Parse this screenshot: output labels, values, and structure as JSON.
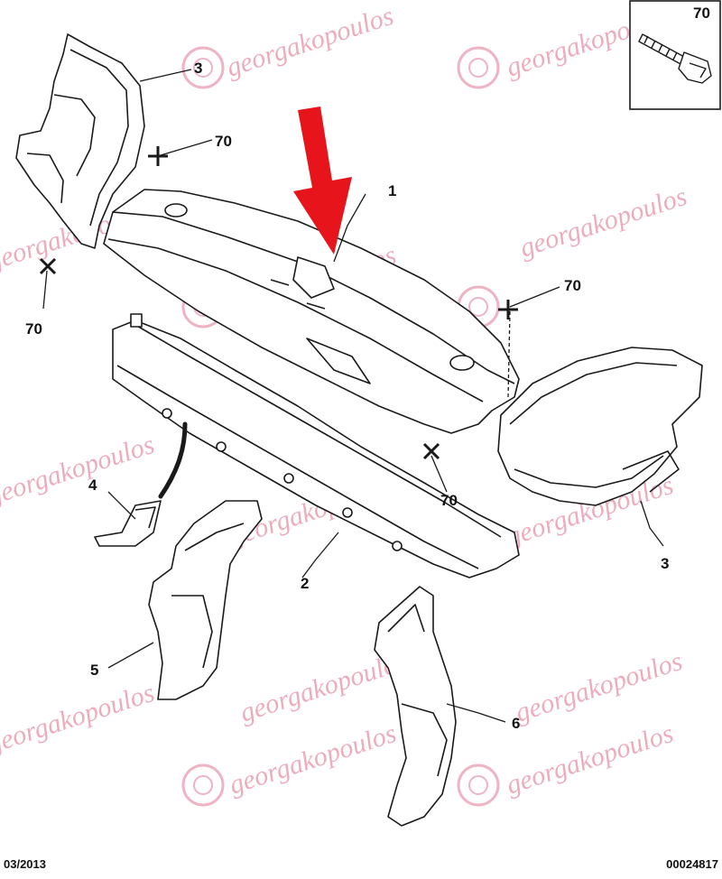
{
  "diagram": {
    "callouts": [
      {
        "id": "part-1",
        "label": "1"
      },
      {
        "id": "part-2",
        "label": "2"
      },
      {
        "id": "part-3-left",
        "label": "3"
      },
      {
        "id": "part-3-right",
        "label": "3"
      },
      {
        "id": "part-4",
        "label": "4"
      },
      {
        "id": "part-5",
        "label": "5"
      },
      {
        "id": "part-6",
        "label": "6"
      },
      {
        "id": "screw-70-a",
        "label": "70"
      },
      {
        "id": "screw-70-b",
        "label": "70"
      },
      {
        "id": "screw-70-c",
        "label": "70"
      },
      {
        "id": "screw-70-d",
        "label": "70"
      }
    ],
    "inset_label": "70",
    "watermark_text": "georgakopoulos",
    "highlight_color": "#e8141c",
    "watermark_color": "#e06a8a"
  },
  "footer": {
    "date": "03/2013",
    "code": "00024817"
  }
}
